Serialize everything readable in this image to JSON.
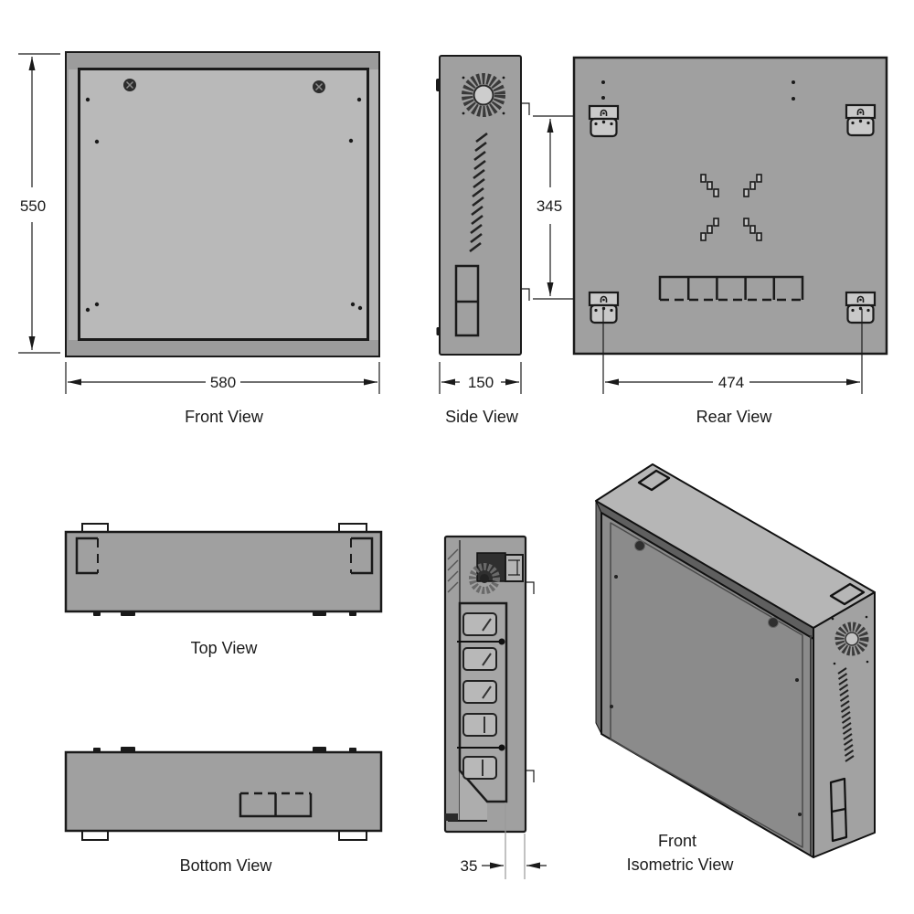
{
  "palette": {
    "background": "#ffffff",
    "line": "#1a1a1a",
    "frame_gray": "#9c9c9c",
    "door_gray": "#b9b9b9",
    "flange_gray": "#b2b2b2",
    "box_gray": "#a0a0a0",
    "bracket_gray": "#c9c9c9",
    "module_gray": "#b8b8b8",
    "iso_front": "#8b8b8b",
    "iso_side": "#a2a2a2",
    "iso_top": "#b6b6b6"
  },
  "views": {
    "front": {
      "label": "Front View",
      "height_dim": "550",
      "width_dim": "580"
    },
    "side": {
      "label": "Side View",
      "width_dim": "150"
    },
    "rear": {
      "label": "Rear View",
      "width_dim": "474",
      "mount_spacing_dim": "345"
    },
    "top": {
      "label": "Top View"
    },
    "bottom": {
      "label": "Bottom View"
    },
    "section": {
      "depth_dim": "35"
    },
    "isometric": {
      "label_line1": "Front",
      "label_line2": "Isometric View"
    }
  }
}
